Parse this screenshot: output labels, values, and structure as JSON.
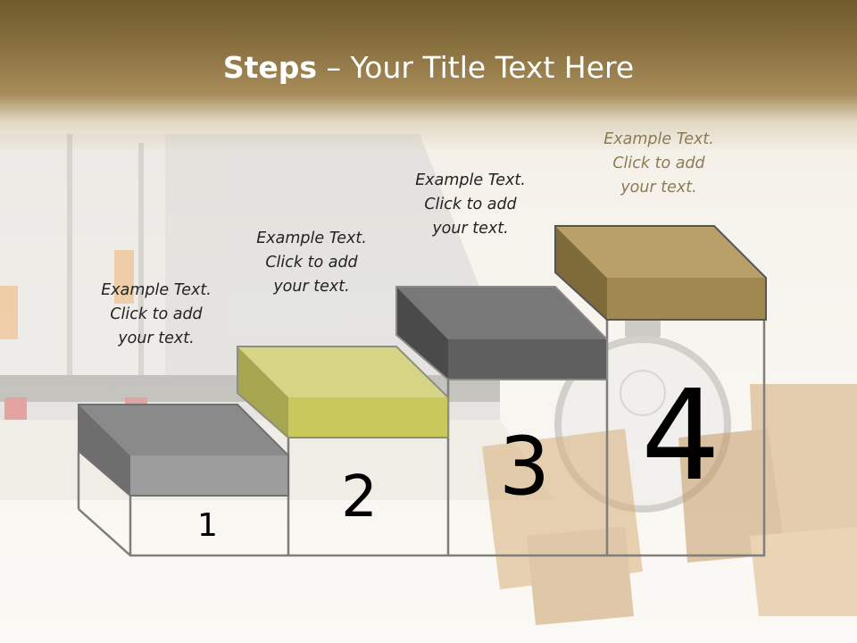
{
  "title": {
    "bold": "Steps",
    "rest": " – Your Title Text Here"
  },
  "steps": [
    {
      "number": "1",
      "caption": [
        "Example Text.",
        "Click  to add",
        "your text."
      ],
      "color": "#8c8c8c"
    },
    {
      "number": "2",
      "caption": [
        "Example Text.",
        "Click  to add",
        "your text."
      ],
      "color": "#c9c85c"
    },
    {
      "number": "3",
      "caption": [
        "Example Text.",
        "Click  to add",
        "your text."
      ],
      "color": "#5f5f5f"
    },
    {
      "number": "4",
      "caption": [
        "Example Text.",
        "Click  to add",
        "your text."
      ],
      "color": "#a08850"
    }
  ]
}
